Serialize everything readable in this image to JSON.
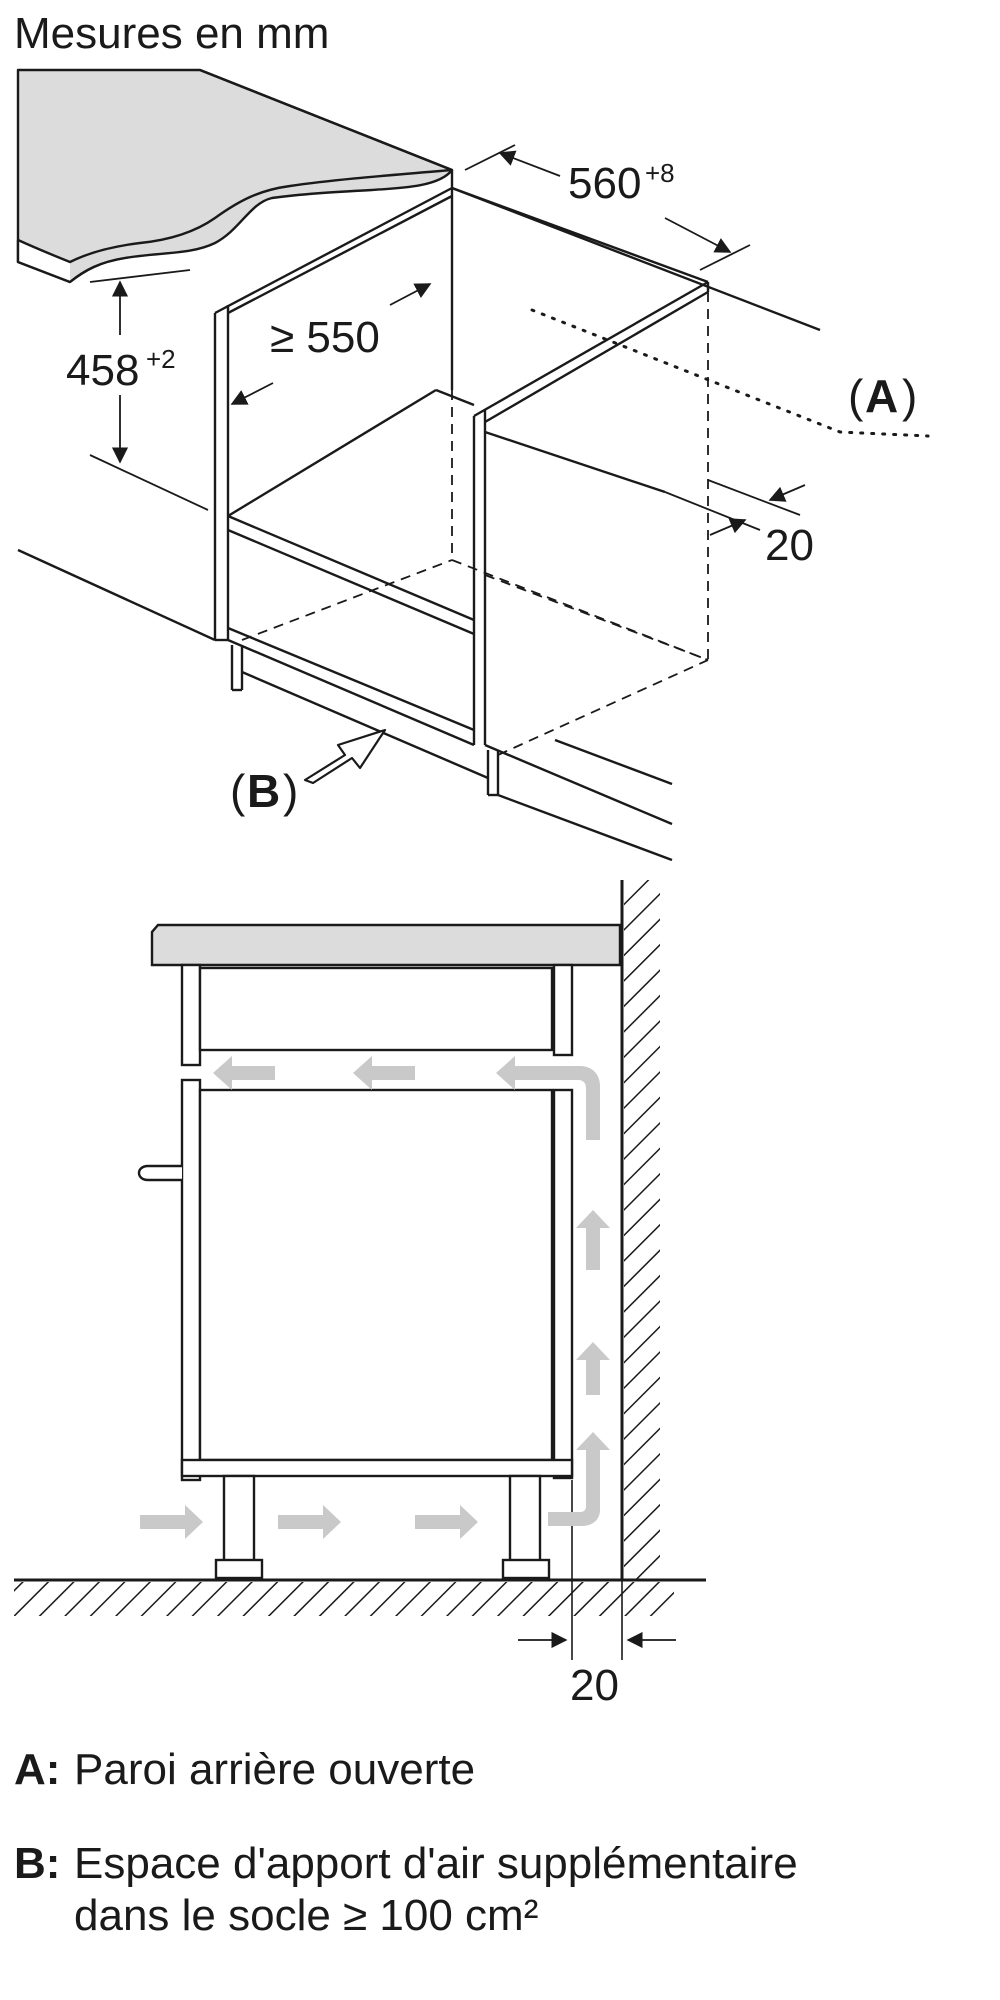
{
  "title": "Mesures en mm",
  "dimensions": {
    "width": {
      "value": "560",
      "tolerance": "+8"
    },
    "height": {
      "value": "458",
      "tolerance": "+2"
    },
    "depth": {
      "value": "≥ 550"
    },
    "rear_gap": {
      "value": "20"
    },
    "wall_gap": {
      "value": "20"
    }
  },
  "callouts": {
    "a": {
      "letter": "A"
    },
    "b": {
      "letter": "B"
    }
  },
  "legend": [
    {
      "key": "A:",
      "lines": [
        "Paroi arrière ouverte"
      ]
    },
    {
      "key": "B:",
      "lines": [
        "Espace d'apport d'air supplémentaire",
        "dans le socle ≥ 100 cm²"
      ]
    }
  ],
  "colors": {
    "line": "#1a1a1a",
    "worktop_fill": "#dcdcdc",
    "airflow_arrow": "#c9c9c9",
    "background": "#ffffff"
  },
  "icons": [
    "airflow-arrow-icon",
    "pointer-arrow-icon",
    "hatch-wall-icon",
    "hatch-floor-icon"
  ]
}
